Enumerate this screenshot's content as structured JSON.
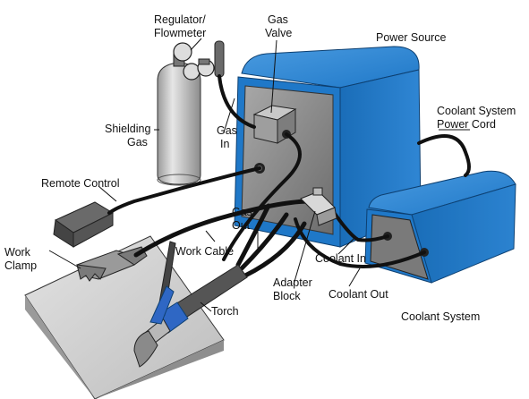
{
  "labels": {
    "regulator": [
      "Regulator/",
      "Flowmeter"
    ],
    "gas_valve": [
      "Gas",
      "Valve"
    ],
    "power_source": "Power Source",
    "shielding_gas": [
      "Shielding",
      "Gas"
    ],
    "gas_in": [
      "Gas",
      "In"
    ],
    "coolant_power_cord": [
      "Coolant System",
      "Power Cord"
    ],
    "remote_control": "Remote Control",
    "gas_out": [
      "Gas",
      "Out"
    ],
    "work_clamp": [
      "Work",
      "Clamp"
    ],
    "work_cable": "Work Cable",
    "coolant_in": "Coolant In",
    "adapter_block": [
      "Adapter",
      "Block"
    ],
    "coolant_out": "Coolant Out",
    "torch": "Torch",
    "coolant_system": "Coolant System"
  },
  "colors": {
    "machine_blue": "#1f78c8",
    "machine_blue_dark": "#15568f",
    "panel_gray": "#8a8a8a",
    "cylinder_gray": "#b8b8b8",
    "plate_gray": "#c9c9c9",
    "cable": "#111111"
  }
}
